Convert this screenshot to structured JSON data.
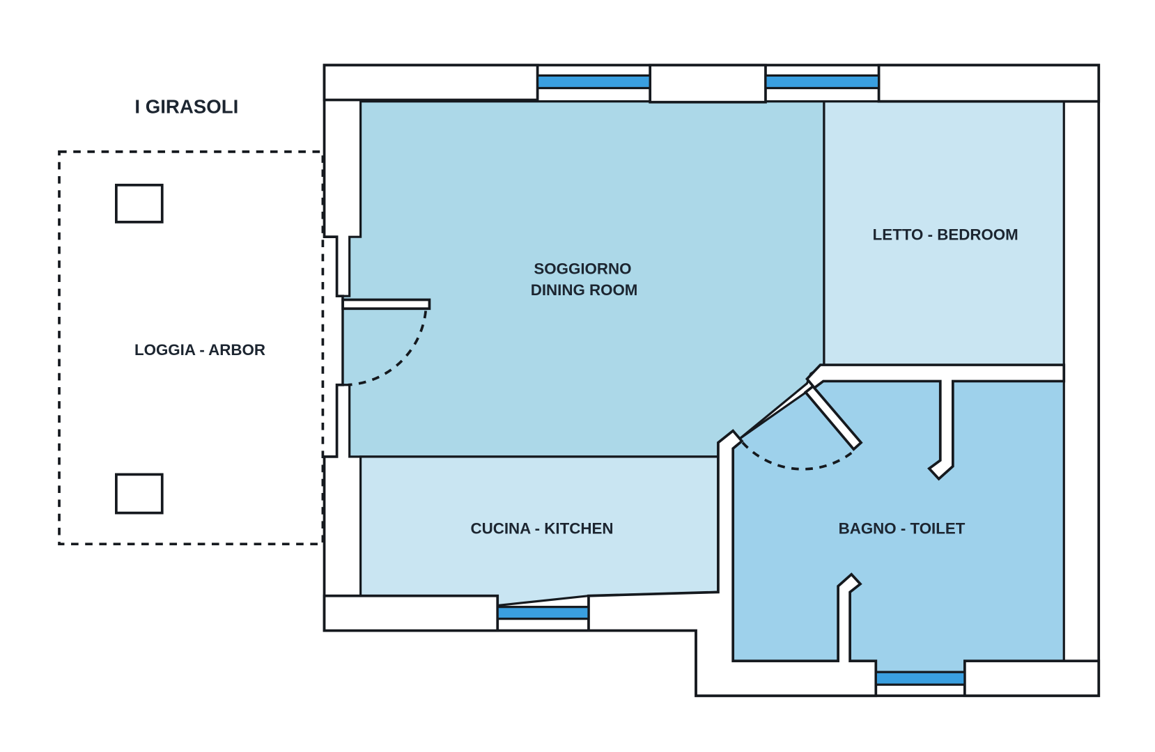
{
  "title": "I GIRASOLI",
  "rooms": {
    "loggia": "LOGGIA - ARBOR",
    "dining_line1": "SOGGIORNO",
    "dining_line2": "DINING ROOM",
    "bedroom": "LETTO - BEDROOM",
    "kitchen": "CUCINA - KITCHEN",
    "toilet": "BAGNO - TOILET"
  },
  "colors": {
    "dining": "#acd8e8",
    "bedroom": "#c9e5f2",
    "kitchen": "#c9e5f2",
    "toilet": "#9ed1eb",
    "window": "#3a9fe0",
    "wall_outline": "#15191e"
  }
}
